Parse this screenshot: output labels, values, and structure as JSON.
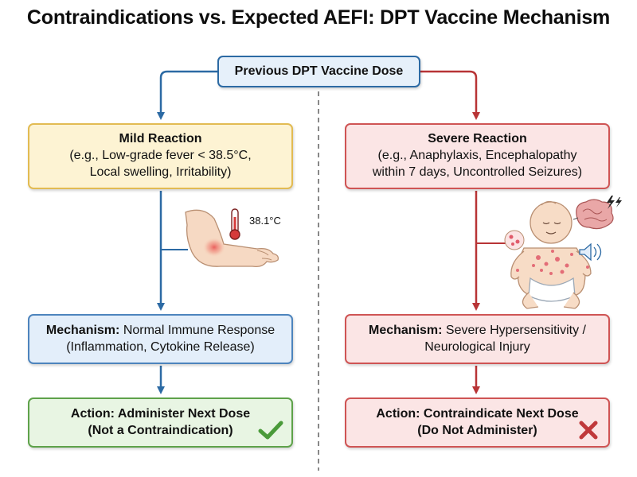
{
  "title": "Contraindications vs. Expected AEFI: DPT Vaccine Mechanism",
  "top_node": {
    "label": "Previous DPT Vaccine Dose"
  },
  "left_branch": {
    "reaction": {
      "title": "Mild Reaction",
      "detail_line1": "(e.g., Low-grade fever < 38.5°C,",
      "detail_line2": "Local swelling, Irritability)"
    },
    "illustration": {
      "temperature": "38.1°C"
    },
    "mechanism": {
      "prefix": "Mechanism:",
      "line1_text": "Normal Immune Response",
      "line2": "(Inflammation, Cytokine Release)"
    },
    "action": {
      "line1": "Action: Administer Next Dose",
      "line2": "(Not a Contraindication)",
      "icon": "check-icon"
    }
  },
  "right_branch": {
    "reaction": {
      "title": "Severe Reaction",
      "detail_line1": "(e.g., Anaphylaxis, Encephalopathy",
      "detail_line2": "within 7 days, Uncontrolled Seizures)"
    },
    "mechanism": {
      "prefix": "Mechanism:",
      "line1_text": "Severe Hypersensitivity /",
      "line2": "Neurological Injury"
    },
    "action": {
      "line1": "Action: Contraindicate Next Dose",
      "line2": "(Do Not Administer)",
      "icon": "cross-icon"
    }
  },
  "colors": {
    "blue": "#2c6aa4",
    "red": "#c0393b",
    "green": "#4a9a3a",
    "mild_fill": "#fdf3d3",
    "severe_fill": "#fbe5e5",
    "mechanism_fill": "#e3eefa",
    "action_fill": "#e8f5e3"
  }
}
